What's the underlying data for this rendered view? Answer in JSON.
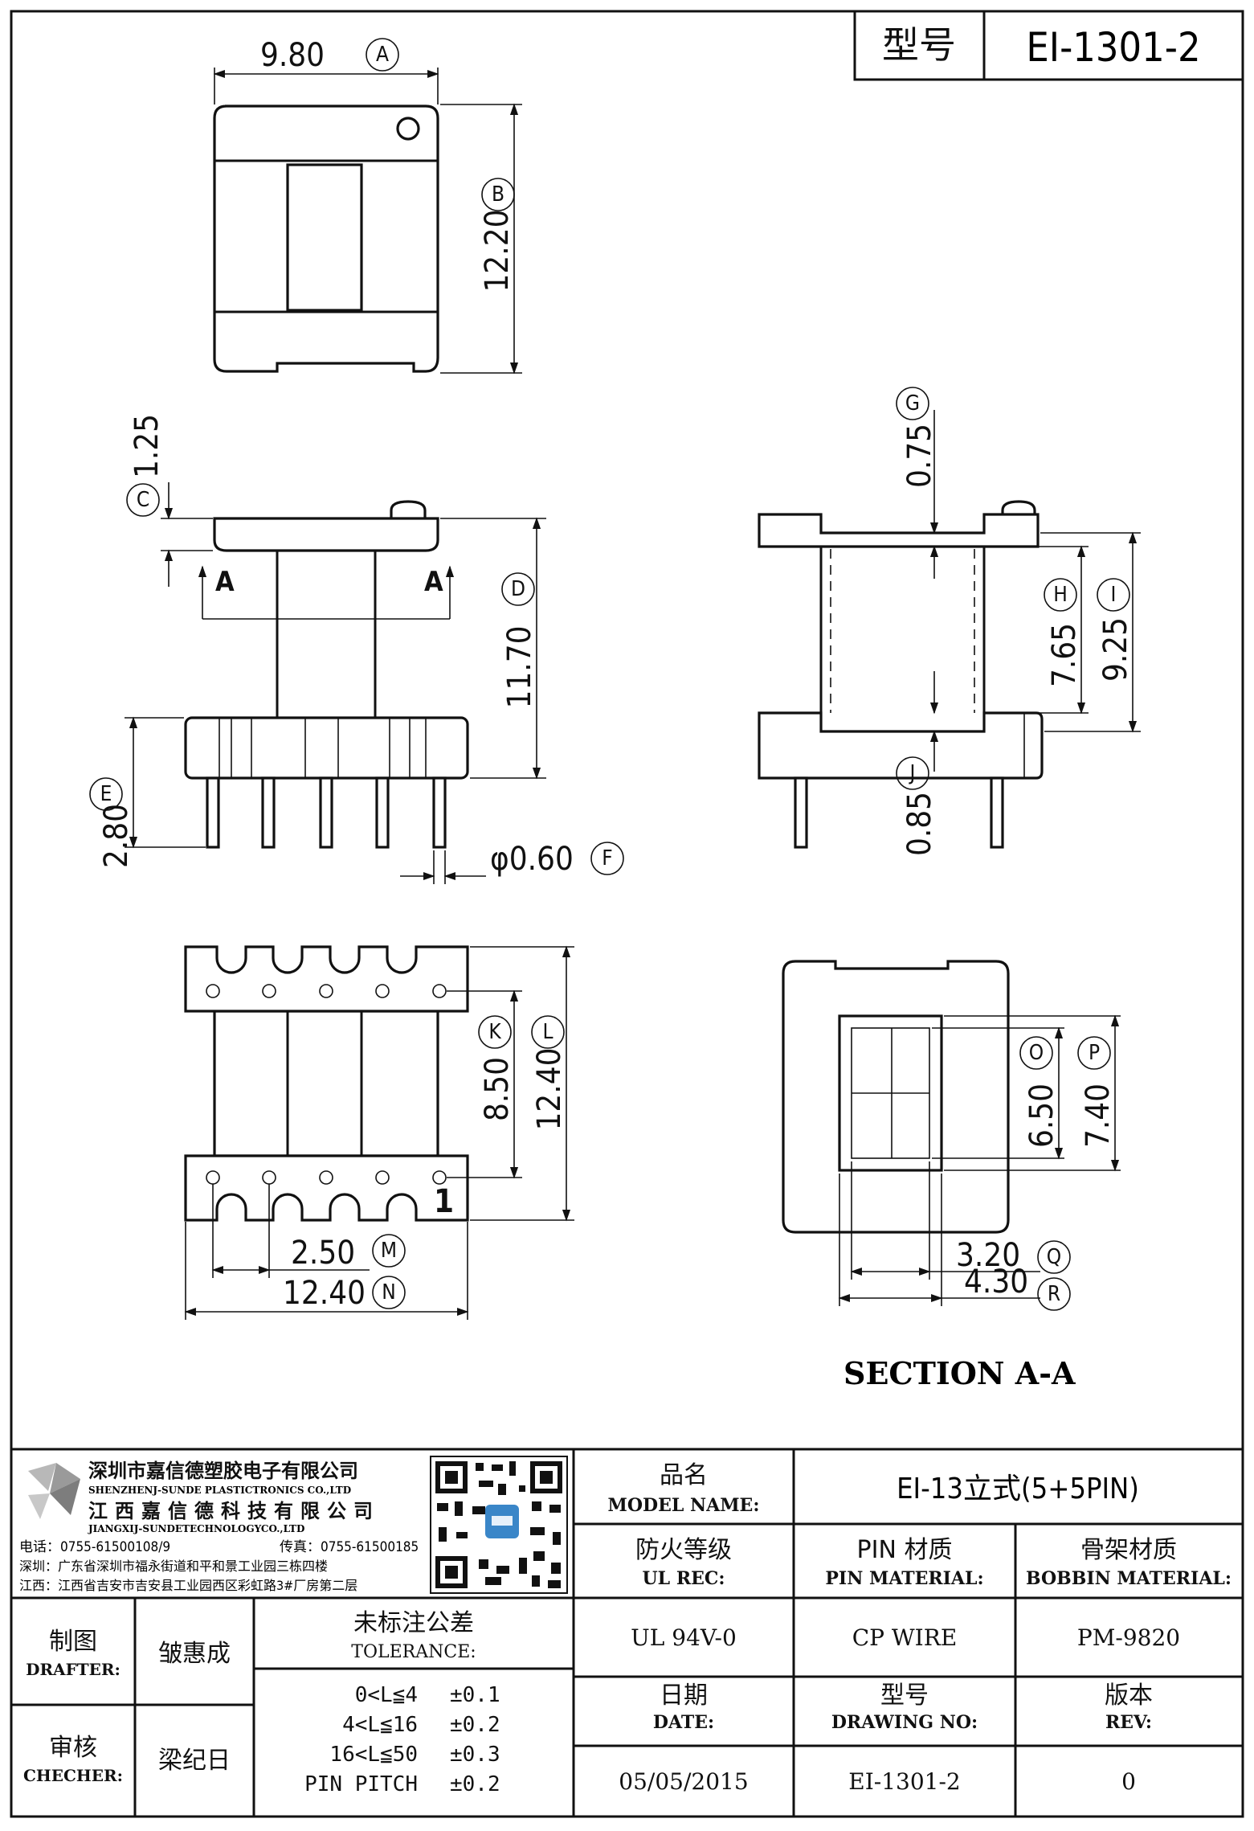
{
  "header": {
    "model_label": "型号",
    "model_value": "EI-1301-2"
  },
  "dimensions": {
    "A": {
      "value": "9.80",
      "letter": "A"
    },
    "B": {
      "value": "12.20",
      "letter": "B"
    },
    "C": {
      "value": "1.25",
      "letter": "C"
    },
    "D": {
      "value": "11.70",
      "letter": "D"
    },
    "E": {
      "value": "2.80",
      "letter": "E"
    },
    "F": {
      "value": "φ0.60",
      "letter": "F"
    },
    "G": {
      "value": "0.75",
      "letter": "G"
    },
    "H": {
      "value": "7.65",
      "letter": "H"
    },
    "I": {
      "value": "9.25",
      "letter": "I"
    },
    "J": {
      "value": "0.85",
      "letter": "J"
    },
    "K": {
      "value": "8.50",
      "letter": "K"
    },
    "L": {
      "value": "12.40",
      "letter": "L"
    },
    "M": {
      "value": "2.50",
      "letter": "M"
    },
    "N": {
      "value": "12.40",
      "letter": "N"
    },
    "O": {
      "value": "6.50",
      "letter": "O"
    },
    "P": {
      "value": "7.40",
      "letter": "P"
    },
    "Q": {
      "value": "3.20",
      "letter": "Q"
    },
    "R": {
      "value": "4.30",
      "letter": "R"
    }
  },
  "section_markers": {
    "left": "A",
    "right": "A"
  },
  "pin1_label": "1",
  "section_title": "SECTION A-A",
  "company": {
    "name_cn_1": "深圳市嘉信德塑胶电子有限公司",
    "name_en_1": "SHENZHENJ-SUNDE PLASTICTRONICS CO.,LTD",
    "name_cn_2": "江西嘉信德科技有限公司",
    "name_en_2": "JIANGXIJ-SUNDETECHNOLOGYCO.,LTD",
    "phone": "电话：0755-61500108/9",
    "fax": "传真：0755-61500185",
    "addr_sz": "深圳：广东省深圳市福永街道和平和景工业园三栋四楼",
    "addr_jx": "江西：江西省吉安市吉安县工业园西区彩虹路3#厂房第二层"
  },
  "title_block": {
    "model_name_cn": "品名",
    "model_name_en": "MODEL NAME:",
    "model_name_value": "EI-13立式(5+5PIN)",
    "ul_cn": "防火等级",
    "ul_en": "UL REC:",
    "pin_cn": "PIN 材质",
    "pin_en": "PIN MATERIAL:",
    "bobbin_cn": "骨架材质",
    "bobbin_en": "BOBBIN MATERIAL:",
    "ul_value": "UL 94V-0",
    "pin_value": "CP WIRE",
    "bobbin_value": "PM-9820",
    "date_cn": "日期",
    "date_en": "DATE:",
    "drawing_cn": "型号",
    "drawing_en": "DRAWING NO:",
    "rev_cn": "版本",
    "rev_en": "REV:",
    "date_value": "05/05/2015",
    "drawing_value": "EI-1301-2",
    "rev_value": "0",
    "drafter_cn": "制图",
    "drafter_en": "DRAFTER:",
    "drafter_name": "皱惠成",
    "checker_cn": "审核",
    "checker_en": "CHECHER:",
    "checker_name": "梁纪日",
    "tolerance_cn": "未标注公差",
    "tolerance_en": "TOLERANCE:",
    "tolerances": [
      {
        "range": "0<L≦4",
        "value": "±0.1"
      },
      {
        "range": "4<L≦16",
        "value": "±0.2"
      },
      {
        "range": "16<L≦50",
        "value": "±0.3"
      },
      {
        "range": "PIN PITCH",
        "value": "±0.2"
      }
    ]
  }
}
